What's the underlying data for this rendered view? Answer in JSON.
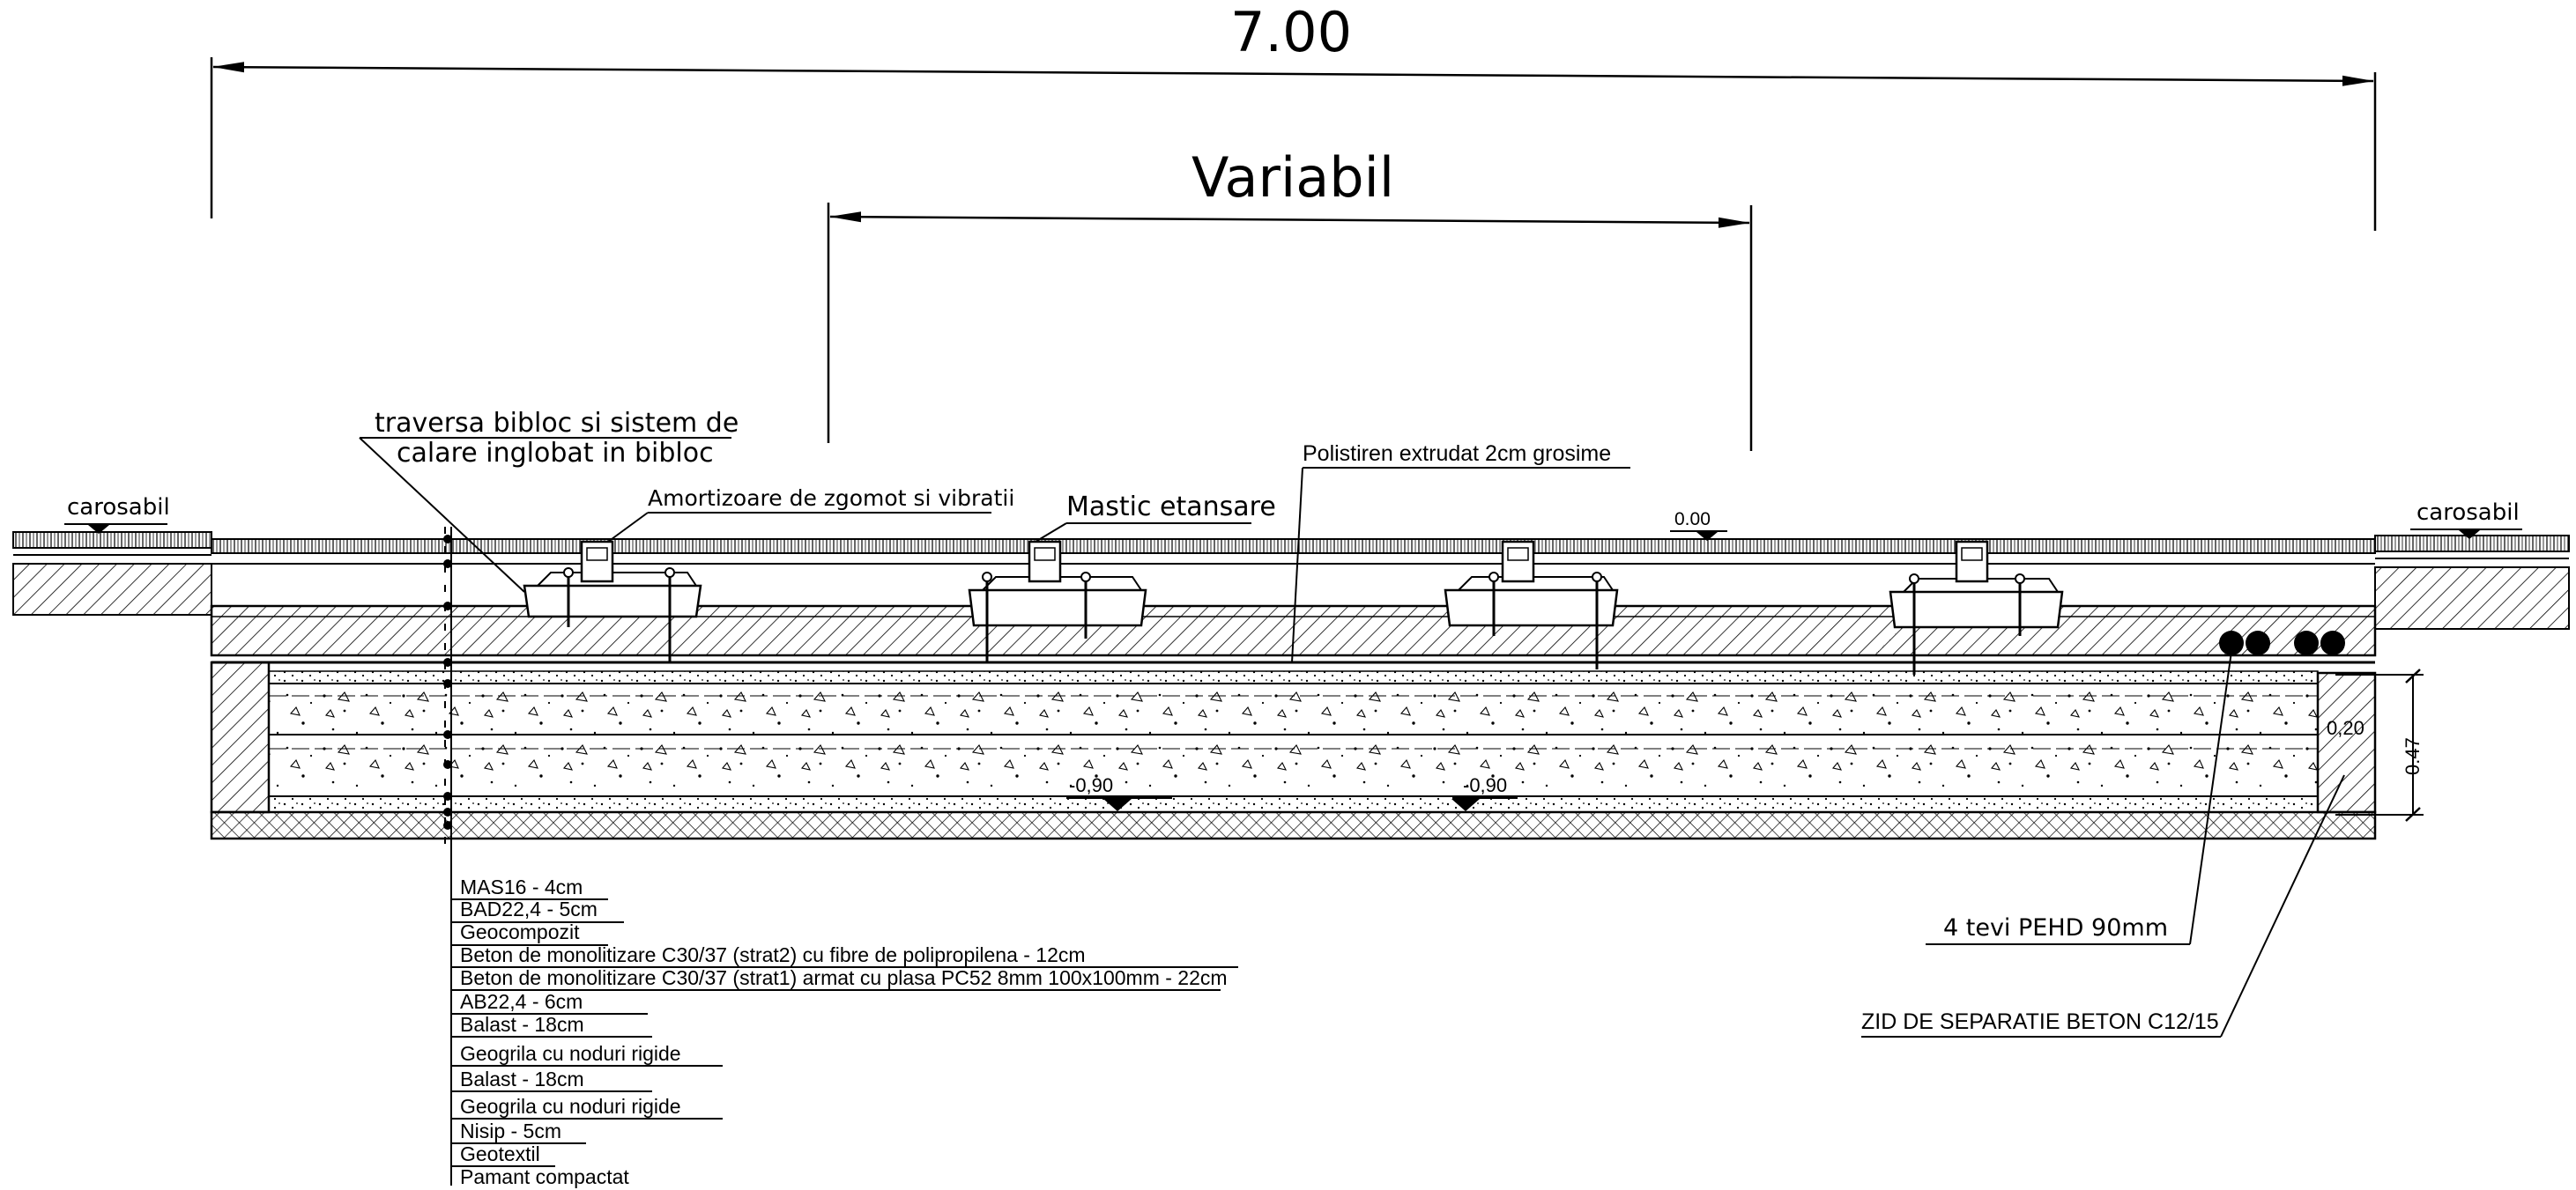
{
  "dimensions": {
    "total": "7.00",
    "variable": "Variabil",
    "layer_thickness": "0,20",
    "total_height": "0.47"
  },
  "levels": {
    "top": "0.00",
    "bottom_left": "-0,90",
    "bottom_right": "-0,90"
  },
  "road_labels": {
    "left": "carosabil",
    "right": "carosabil"
  },
  "annotations": {
    "traversa_line1": "traversa bibloc si sistem de",
    "traversa_line2": "calare inglobat in bibloc",
    "amortizoare": "Amortizoare de zgomot si vibratii",
    "mastic": "Mastic etansare",
    "polistiren": "Polistiren extrudat 2cm grosime",
    "tevi": "4 tevi PEHD 90mm",
    "zid": "ZID DE SEPARATIE BETON C12/15"
  },
  "layers": [
    "MAS16 - 4cm",
    "BAD22,4 - 5cm",
    "Geocompozit",
    "Beton de monolitizare  C30/37 (strat2) cu fibre de polipropilena - 12cm",
    "Beton de monolitizare C30/37 (strat1) armat cu plasa  PC52 8mm 100x100mm - 22cm",
    "AB22,4 - 6cm",
    "Balast - 18cm",
    "Geogrila cu noduri rigide",
    "Balast - 18cm",
    "Geogrila cu noduri rigide",
    "Nisip - 5cm",
    "Geotextil",
    "Pamant compactat"
  ]
}
